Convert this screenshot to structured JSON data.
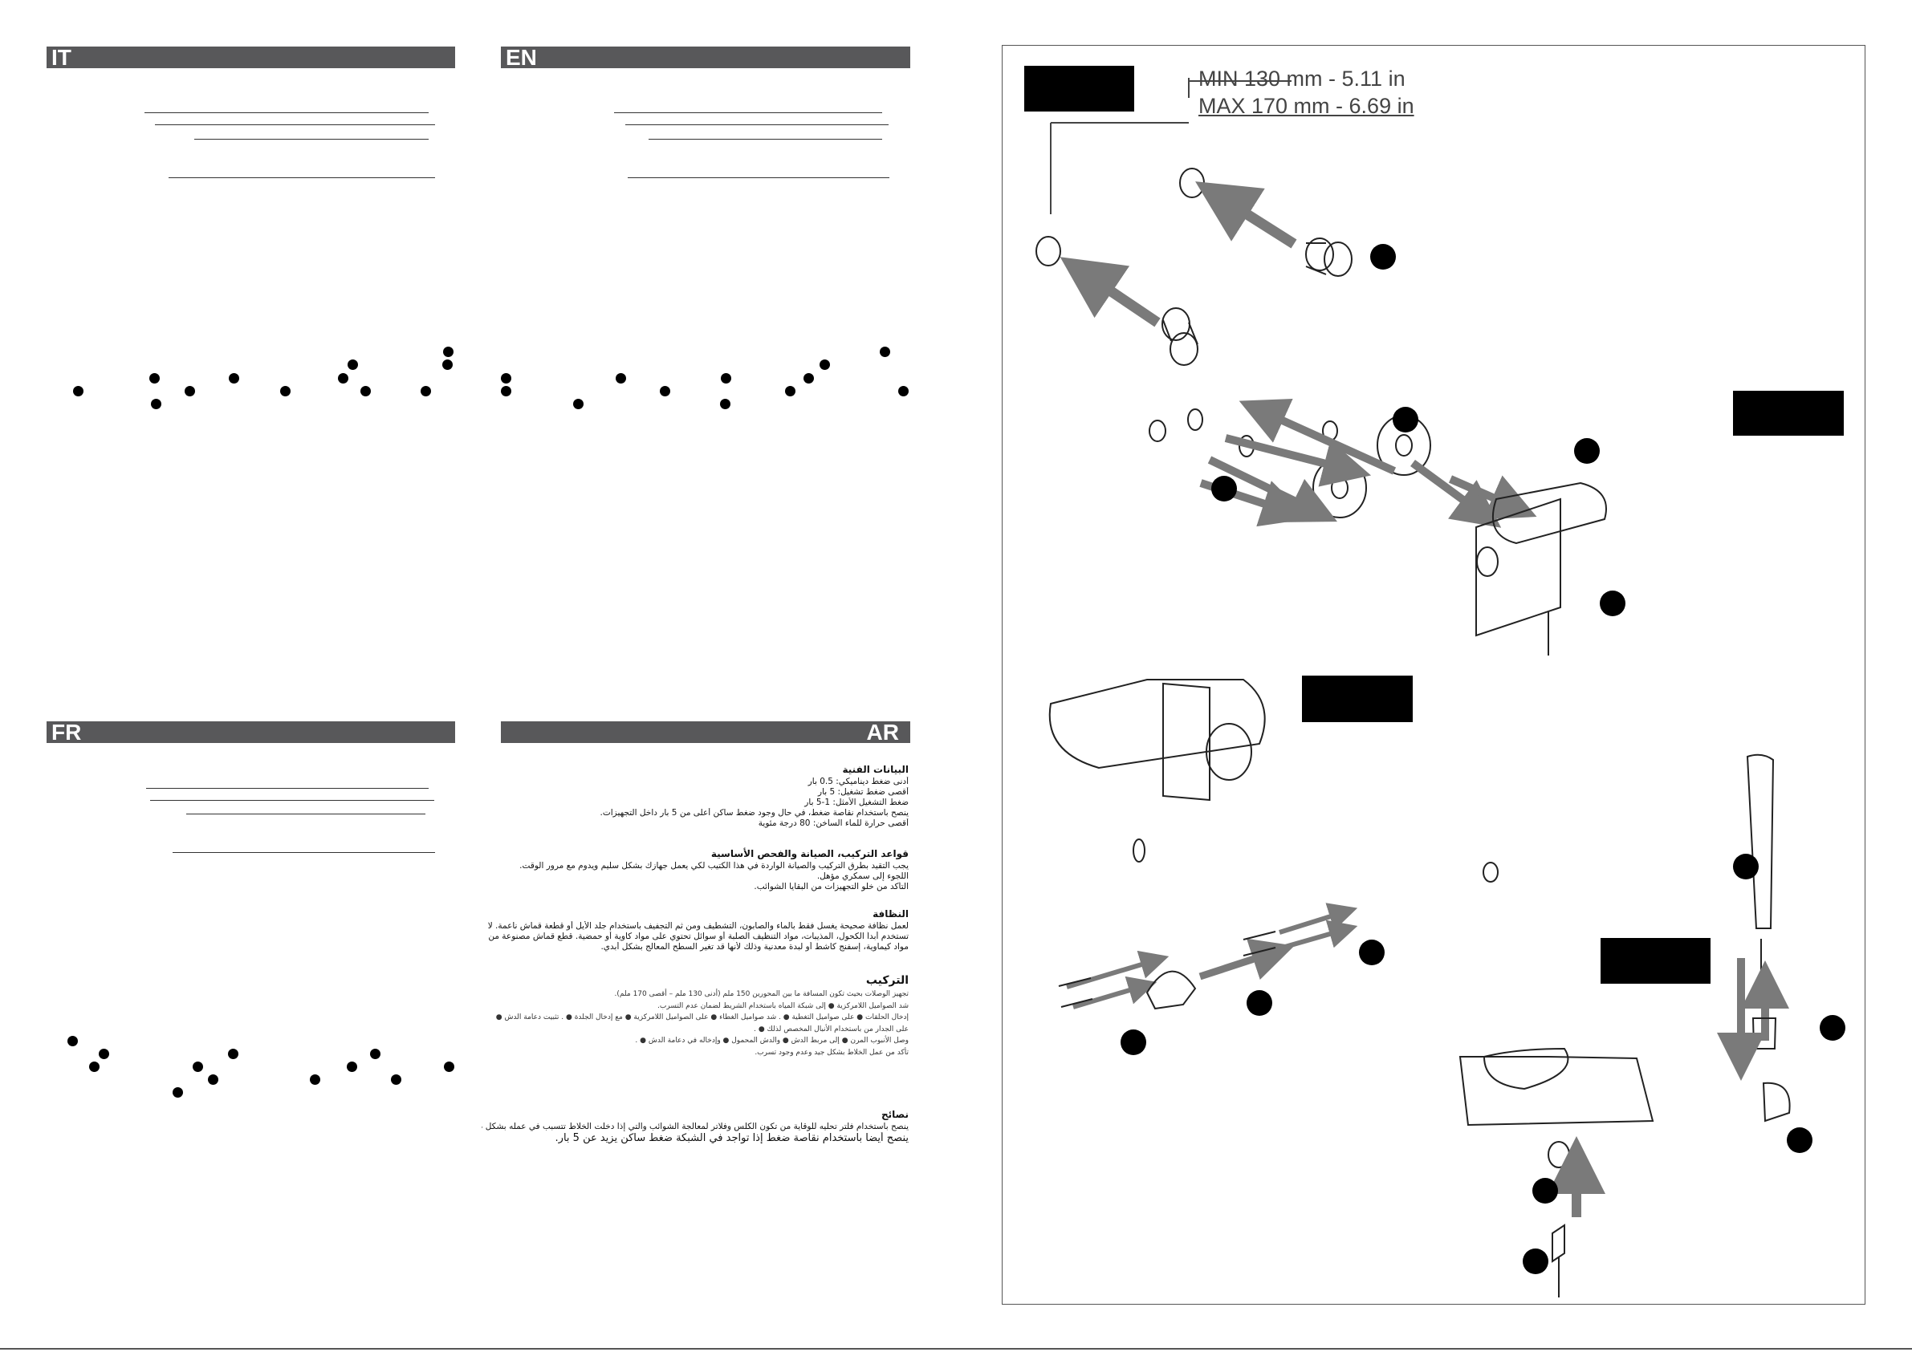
{
  "sections": {
    "it": {
      "code": "IT"
    },
    "en": {
      "code": "EN"
    },
    "fr": {
      "code": "FR"
    },
    "ar": {
      "code": "AR"
    }
  },
  "arabic": {
    "tech_title": "البيانات الفنية",
    "tech_lines": [
      "أدنى ضغط ديناميكي:                     0.5 بار",
      "أقصى ضغط تشغيل:                        5 بار",
      "ضغط التشغيل الأمثل:                     1-5 بار",
      "ينصح باستخدام نقاصة ضغط، في حال وجود ضغط ساكن أعلى من 5 بار داخل التجهيزات.",
      "أقصى حرارة للماء الساخن:                80 درجة مئوية"
    ],
    "rules_title": "قواعد التركيب، الصيانة والفحص الأساسية",
    "rules_lines": [
      "يجب التقيد بطرق التركيب والصيانة الواردة في هذا الكتيب لكي يعمل جهازك بشكل سليم ويدوم مع مرور الوقت.",
      "اللجوء إلى سمكري مؤهل.",
      "التأكد من خلو التجهيزات من البقايا الشوائب."
    ],
    "clean_title": "النظافة",
    "clean_lines": [
      "لعمل نظافة صحيحة يغسل فقط بالماء والصابون، التشطيف ومن ثم التجفيف باستخدام جلد الأيل أو قطعة قماش ناعمة. لا",
      "تستخدم أبداً الكحول، المذيبات، مواد التنظيف الصلبة أو سوائل تحتوي على مواد كاوية أو حمضية. قطع قماش مصنوعة من",
      "مواد كيماوية، إسفنج كاشط أو لبدة معدنية وذلك لأنها قد تغير السطح المعالج بشكل أبدي."
    ],
    "install_title": "التركيب",
    "install_lines": [
      "تجهيز الوصلات بحيث تكون المسافة ما بين المحورين 150 ملم (أدنى 130 ملم – أقصى 170 ملم).",
      "شد الصواميل اللامركزية ● إلى شبكة المياه باستخدام الشريط لضمان عدم التسرب.",
      "إدخال الحلقات ● على صواميل التغطية ● . شد صواميل الغطاء ● على الصواميل اللامركزية ● مع إدخال الجلدة ● . تثبيت دعامة الدش ●",
      "على الجدار من باستخدام الأنبال المخصص لذلك ● .",
      "وصل الأنبوب المرن ● إلى مربط الدش ● والدش المحمول ● وإدخاله في دعامة الدش ● .",
      "تأكد من عمل الخلاط بشكل جيد وعدم وجود تسرب."
    ],
    "tips_title": "نصائح",
    "tips_lines": [
      "ينصح باستخدام فلتر تحليه للوقاية من تكون الكلس وفلاتر لمعالجة الشوائب والتي إذا دخلت الخلاط تتسبب في عمله بشكل غير سليم.",
      "ينصح أيضا باستخدام نقاصة ضغط إذا تواجد في الشبكة ضغط ساكن يزيد عن 5 بار."
    ]
  },
  "diagram": {
    "min_label": "MIN 130 mm - 5.11 in",
    "max_label": "MAX 170 mm - 6.69 in"
  },
  "colors": {
    "bar": "#58585a",
    "arrow": "#7a7a7a",
    "line": "#333333"
  }
}
